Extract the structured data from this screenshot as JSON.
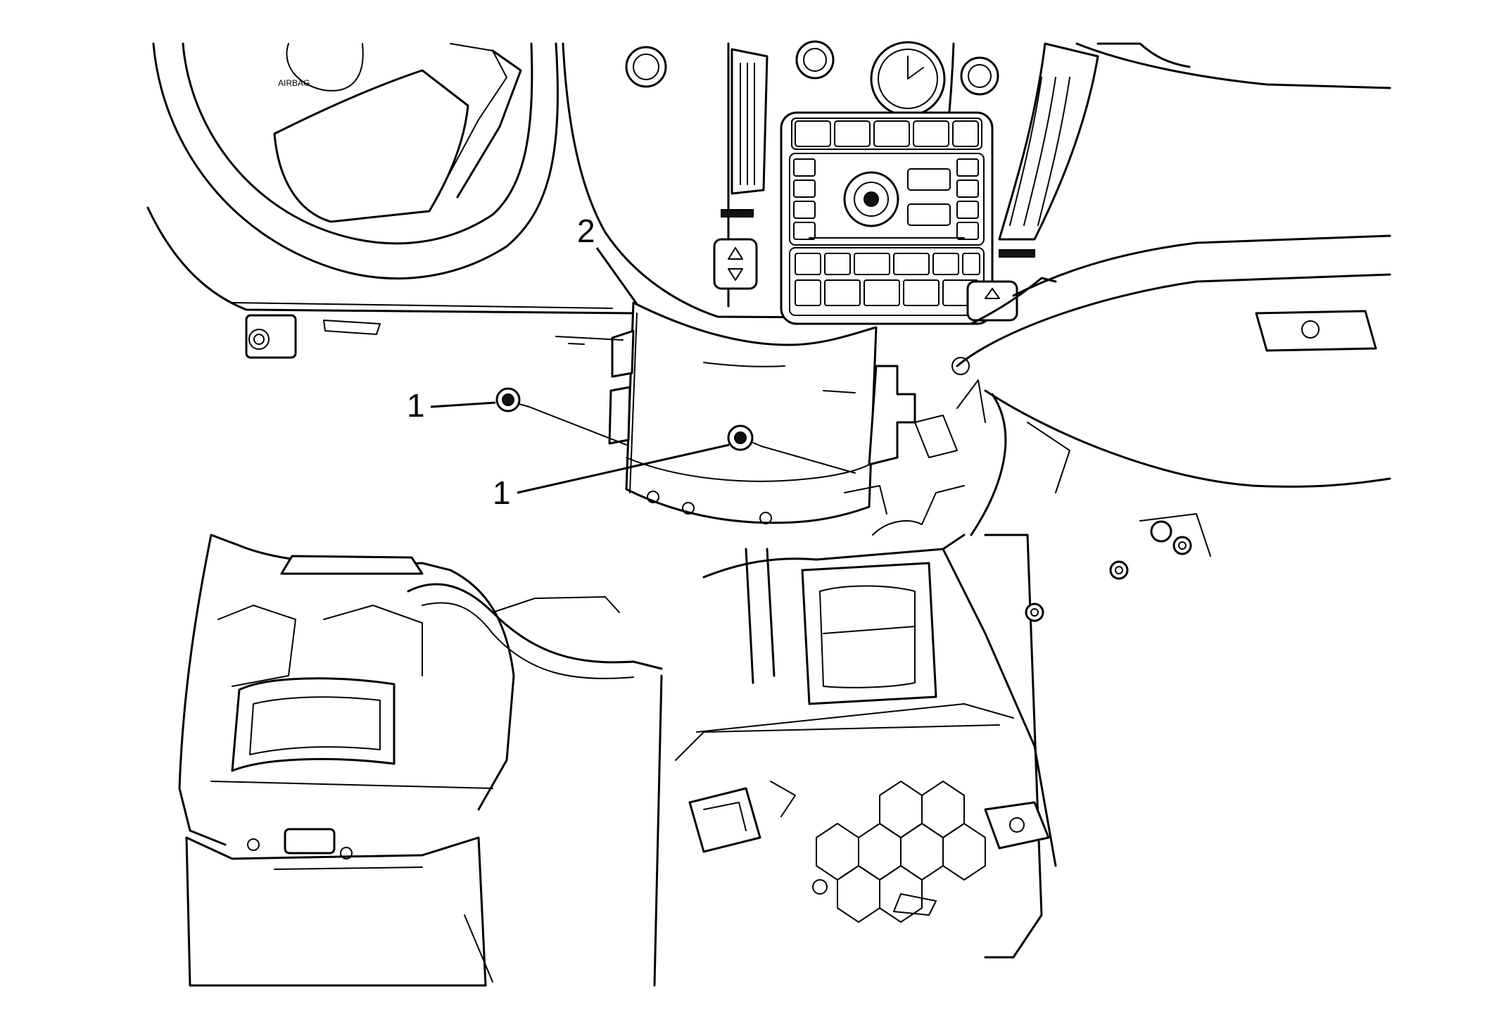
{
  "diagram": {
    "callouts": [
      {
        "id": "fastener-left",
        "label": "1"
      },
      {
        "id": "fastener-center",
        "label": "1"
      },
      {
        "id": "trim-panel",
        "label": "2"
      }
    ]
  }
}
